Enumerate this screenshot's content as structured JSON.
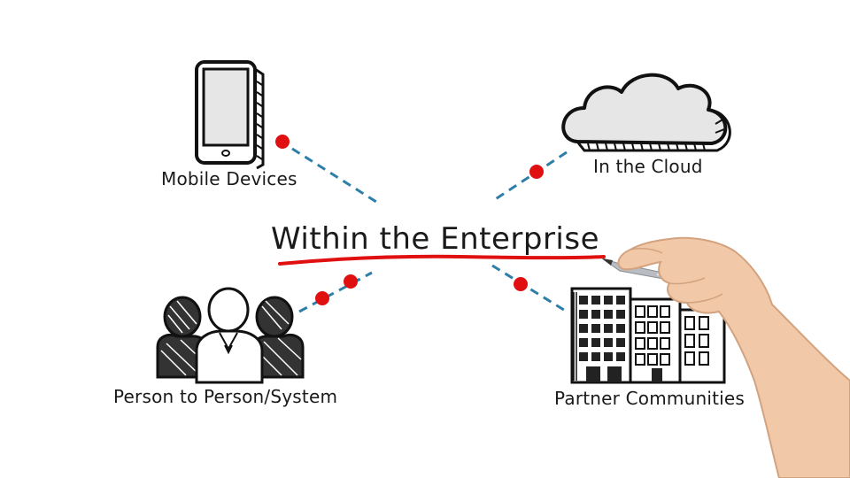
{
  "diagram": {
    "center_label": "Within the Enterprise",
    "nodes": [
      {
        "id": "mobile",
        "label": "Mobile Devices",
        "icon": "tablet-icon"
      },
      {
        "id": "cloud",
        "label": "In the Cloud",
        "icon": "cloud-icon"
      },
      {
        "id": "person",
        "label": "Person to Person/System",
        "icon": "people-icon"
      },
      {
        "id": "partner",
        "label": "Partner Communities",
        "icon": "buildings-icon"
      }
    ],
    "colors": {
      "connector": "#2e7fa8",
      "dot": "#e01010",
      "underline": "#e01010",
      "ink": "#1a1a1a"
    }
  }
}
